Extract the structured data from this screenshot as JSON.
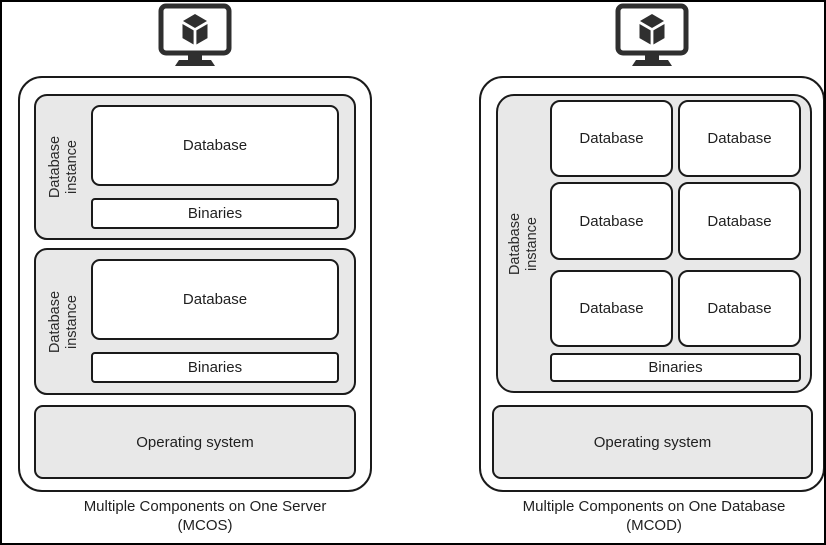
{
  "colors": {
    "background": "#ffffff",
    "border": "#1a1a1a",
    "panel_fill": "#e8e8e8",
    "box_fill": "#ffffff",
    "icon": "#2f2f2f",
    "text": "#1f1f1f"
  },
  "left": {
    "caption": {
      "line1": "Multiple Components on One Server",
      "line2": "(MCOS)"
    },
    "instance1": {
      "label_line1": "Database",
      "label_line2": "instance",
      "database": "Database",
      "binaries": "Binaries"
    },
    "instance2": {
      "label_line1": "Database",
      "label_line2": "instance",
      "database": "Database",
      "binaries": "Binaries"
    },
    "os": "Operating system"
  },
  "right": {
    "caption": {
      "line1": "Multiple Components on One Database",
      "line2": "(MCOD)"
    },
    "instance": {
      "label_line1": "Database",
      "label_line2": "instance",
      "databases": [
        "Database",
        "Database",
        "Database",
        "Database",
        "Database",
        "Database"
      ],
      "binaries": "Binaries"
    },
    "os": "Operating system"
  }
}
